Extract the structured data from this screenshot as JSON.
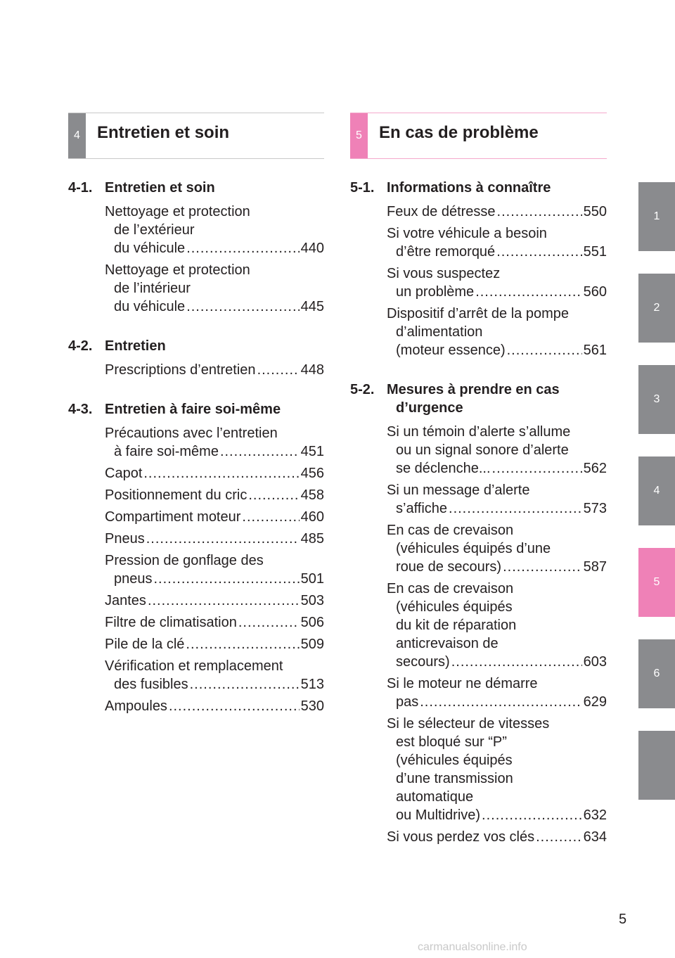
{
  "chapter4": {
    "number": "4",
    "title": "Entretien et soin",
    "color": "#8a8b8e",
    "sections": [
      {
        "num": "4-1.",
        "title": "Entretien et soin",
        "entries": [
          {
            "lines": [
              "Nettoyage et protection",
              "de l’extérieur",
              "du véhicule"
            ],
            "page": "440"
          },
          {
            "lines": [
              "Nettoyage et protection",
              "de l’intérieur",
              "du véhicule"
            ],
            "page": "445"
          }
        ]
      },
      {
        "num": "4-2.",
        "title": "Entretien",
        "entries": [
          {
            "lines": [
              "Prescriptions d’entretien"
            ],
            "page": "448"
          }
        ]
      },
      {
        "num": "4-3.",
        "title": "Entretien à faire soi-même",
        "entries": [
          {
            "lines": [
              "Précautions avec l’entretien",
              "à faire soi-même"
            ],
            "page": "451"
          },
          {
            "lines": [
              "Capot"
            ],
            "page": "456"
          },
          {
            "lines": [
              "Positionnement du cric"
            ],
            "page": "458"
          },
          {
            "lines": [
              "Compartiment moteur"
            ],
            "page": "460"
          },
          {
            "lines": [
              "Pneus"
            ],
            "page": "485"
          },
          {
            "lines": [
              "Pression de gonflage des",
              "pneus"
            ],
            "page": "501"
          },
          {
            "lines": [
              "Jantes"
            ],
            "page": "503"
          },
          {
            "lines": [
              "Filtre de climatisation"
            ],
            "page": "506"
          },
          {
            "lines": [
              "Pile de la clé"
            ],
            "page": "509"
          },
          {
            "lines": [
              "Vérification et remplacement",
              "des fusibles"
            ],
            "page": "513"
          },
          {
            "lines": [
              "Ampoules"
            ],
            "page": "530"
          }
        ]
      }
    ]
  },
  "chapter5": {
    "number": "5",
    "title": "En cas de problème",
    "color": "#ef81b7",
    "sections": [
      {
        "num": "5-1.",
        "title": "Informations à connaître",
        "entries": [
          {
            "lines": [
              "Feux de détresse"
            ],
            "page": "550"
          },
          {
            "lines": [
              "Si votre véhicule a besoin",
              "d’être remorqué"
            ],
            "page": "551"
          },
          {
            "lines": [
              "Si vous suspectez",
              "un problème"
            ],
            "page": "560"
          },
          {
            "lines": [
              "Dispositif d’arrêt de la pompe",
              "d’alimentation",
              "(moteur essence)"
            ],
            "page": "561"
          }
        ]
      },
      {
        "num": "5-2.",
        "title": "Mesures à prendre en cas",
        "title2": "d’urgence",
        "entries": [
          {
            "lines": [
              "Si un témoin d’alerte s’allume",
              "ou un signal sonore d’alerte",
              "se déclenche..."
            ],
            "page": "562"
          },
          {
            "lines": [
              "Si un message d’alerte",
              "s’affiche"
            ],
            "page": "573"
          },
          {
            "lines": [
              "En cas de crevaison",
              "(véhicules équipés d’une",
              "roue de secours)"
            ],
            "page": "587"
          },
          {
            "lines": [
              "En cas de crevaison",
              "(véhicules équipés",
              "du kit de réparation",
              "anticrevaison de",
              "secours)"
            ],
            "page": "603"
          },
          {
            "lines": [
              "Si le moteur ne démarre",
              "pas"
            ],
            "page": "629"
          },
          {
            "lines": [
              "Si le sélecteur de vitesses",
              "est bloqué sur “P”",
              "(véhicules équipés",
              "d’une transmission",
              "automatique",
              "ou Multidrive)"
            ],
            "page": "632"
          },
          {
            "lines": [
              "Si vous perdez vos clés"
            ],
            "page": "634"
          }
        ]
      }
    ]
  },
  "tabs": [
    {
      "label": "1",
      "active": false
    },
    {
      "label": "2",
      "active": false
    },
    {
      "label": "3",
      "active": false
    },
    {
      "label": "4",
      "active": false
    },
    {
      "label": "5",
      "active": true
    },
    {
      "label": "6",
      "active": false
    },
    {
      "label": "",
      "active": false
    }
  ],
  "page_number": "5",
  "watermark": "carmanualsonline.info"
}
